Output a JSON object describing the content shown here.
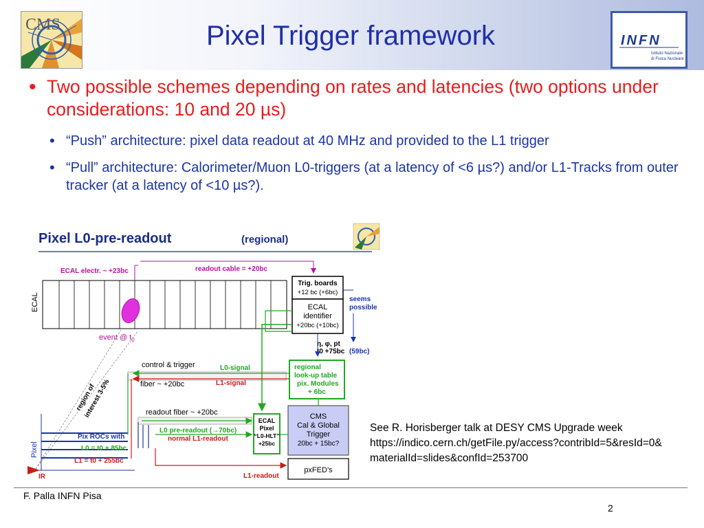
{
  "slide": {
    "title": "Pixel Trigger framework",
    "bullets": [
      {
        "level": 1,
        "text": "Two possible schemes depending on rates and latencies (two options under considerations: 10 and 20 µs)"
      },
      {
        "level": 2,
        "text": "“Push” architecture: pixel data readout at 40 MHz and provided to the L1 trigger"
      },
      {
        "level": 2,
        "text": "“Pull” architecture: Calorimeter/Muon L0-triggers (at a latency of <6 µs?) and/or L1-Tracks from outer tracker (at a latency of <10 µs?)."
      }
    ],
    "reference_lines": [
      "See R. Horisberger talk at DESY CMS Upgrade week",
      "https://indico.cern.ch/getFile.py/access?contribId=5&resId=0&",
      "materialId=slides&confId=253700"
    ],
    "footer_author": "F. Palla INFN Pisa",
    "page_number": "2",
    "logos": {
      "cms": {
        "text": "CMS",
        "icon": "cms-logo-icon"
      },
      "infn": {
        "text": "INFN",
        "subtitle1": "Istituto Nazionale",
        "subtitle2": "di Fisica Nucleare",
        "icon": "infn-logo-icon"
      }
    }
  },
  "diagram": {
    "title": "Pixel L0-pre-readout",
    "title_suffix": "(regional)",
    "ecal_label": "ECAL",
    "pixel_label": "Pixel",
    "ecal_electr": "ECAL electr. ~ +23bc",
    "readout_cable": "readout cable = +20bc",
    "event": "event @ t",
    "event_sub": "0",
    "trig_boards_1": "Trig. boards",
    "trig_boards_2": "+12 bc (+6bc)",
    "ecal_id_1": "ECAL",
    "ecal_id_2": "identifier",
    "ecal_id_3": "+20bc (+10bc)",
    "seems_1": "seems",
    "seems_2": "possible",
    "eta_phi_pt": "η, φ, pt",
    "t0_75bc": "t0 +75bc",
    "bc59": "(59bc)",
    "control_trigger": "control & trigger",
    "l0_signal": "L0-signal",
    "fiber_20bc": "fiber ~ +20bc",
    "l1_signal": "L1-signal",
    "roi_1": "region of",
    "roi_2": "interest 3-5%",
    "lut_1": "regional",
    "lut_2": "look-up table",
    "lut_3": "pix. Modules",
    "lut_4": "+ 6bc",
    "readout_fiber": "readout fiber ~ +20bc",
    "ecal_pixel_1": "ECAL",
    "ecal_pixel_2": "Pixel",
    "ecal_pixel_3": "“L0-HLT”",
    "ecal_pixel_4": "+25bc",
    "cms_trig_1": "CMS",
    "cms_trig_2": "Cal & Global",
    "cms_trig_3": "Trigger",
    "cms_trig_4": "20bc + 15bc?",
    "pix_rocs": "Pix ROCs with",
    "l0_eq": "L0 = t0 + 85bc",
    "l1_eq": "L1 = t0 + 255bc",
    "l0_pre": "L0 pre-readout (→70bc)",
    "normal_l1": "normal L1-readout",
    "ir": "IR",
    "l1_readout": "L1-readout",
    "pxfed": "pxFED’s",
    "colors": {
      "blue": "#1a35a8",
      "red": "#cc1a1a",
      "magenta": "#b8109a",
      "green": "#1fa81f",
      "box_fill": "#c9cdf5"
    }
  }
}
